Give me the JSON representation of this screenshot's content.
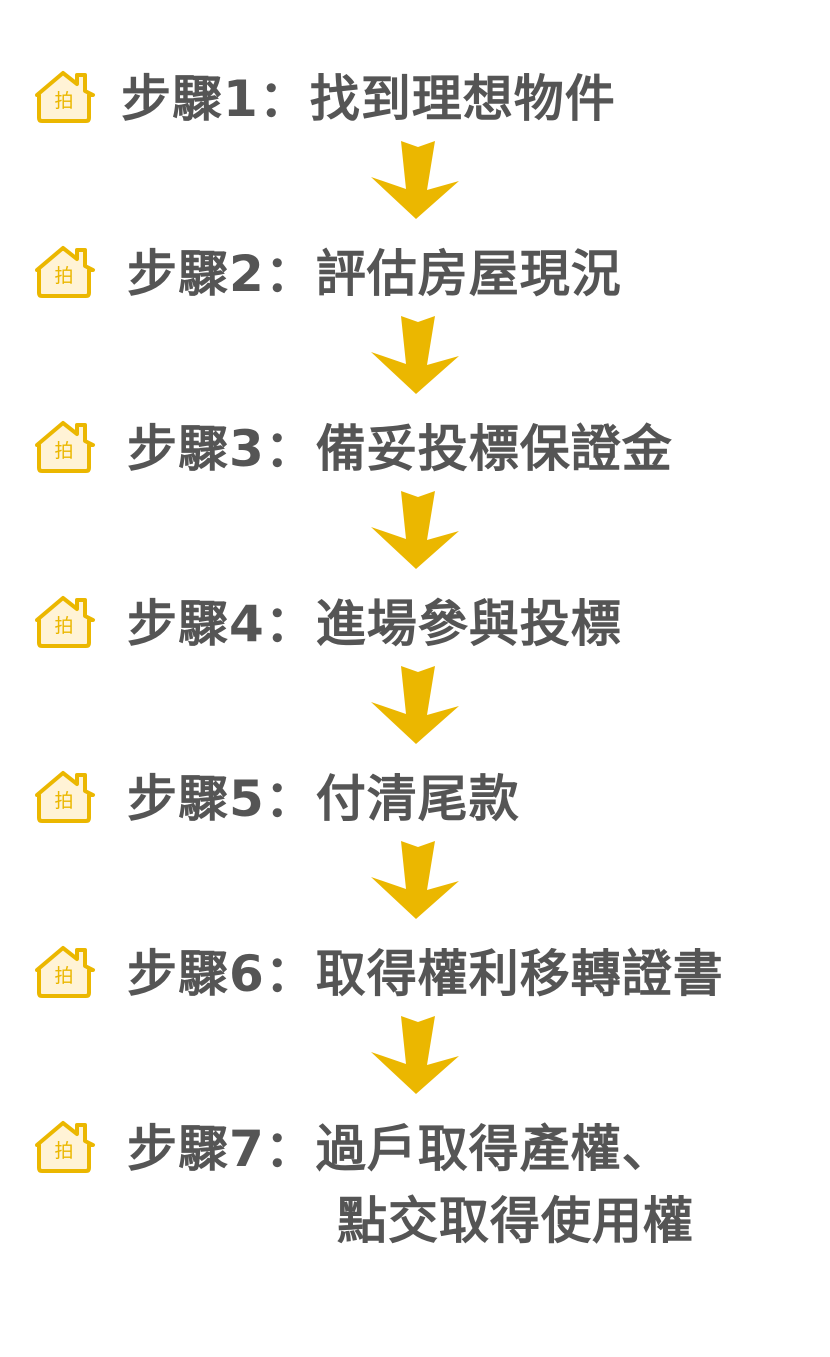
{
  "colors": {
    "accent": "#EBB700",
    "icon_fill": "#FFF3D6",
    "text": "#555555"
  },
  "icon": {
    "name": "house-auction-icon",
    "glyph": "拍"
  },
  "steps": [
    {
      "label": "步驟1：找到理想物件"
    },
    {
      "label": "步驟2：評估房屋現況"
    },
    {
      "label": "步驟3：備妥投標保證金"
    },
    {
      "label": "步驟4：進場參與投標"
    },
    {
      "label": "步驟5：付清尾款"
    },
    {
      "label": "步驟6：取得權利移轉證書"
    },
    {
      "label": "步驟7：過戶取得產權、",
      "continuation": "點交取得使用權"
    }
  ]
}
